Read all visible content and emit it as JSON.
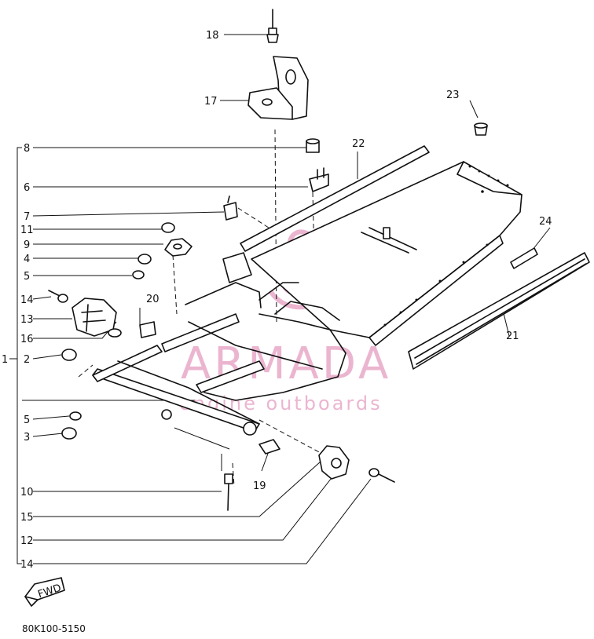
{
  "diagram": {
    "part_labels": [
      "18",
      "17",
      "8",
      "6",
      "7",
      "11",
      "9",
      "4",
      "5",
      "14",
      "13",
      "16",
      "1",
      "2",
      "5",
      "3",
      "10",
      "15",
      "12",
      "14",
      "20",
      "19",
      "22",
      "23",
      "24",
      "21"
    ],
    "fwd_text": "FWD",
    "drawing_code": "80K100-5150"
  },
  "watermark": {
    "brand": "ARMADA",
    "tagline": "engine outboards",
    "color": "#e8a9c8"
  }
}
